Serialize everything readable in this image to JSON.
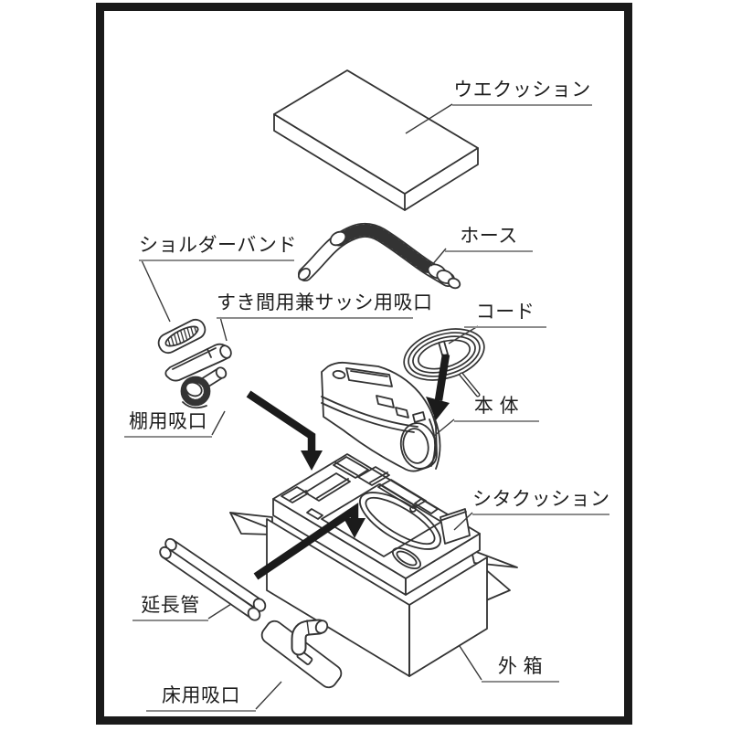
{
  "figure": {
    "title": "packing diagram",
    "colors": {
      "background": "#ffffff",
      "frame": "#1a1a1a",
      "line": "#333333",
      "arrow": "#1b1b1b",
      "underline": "#8c8c8c",
      "text": "#1d1d1d"
    },
    "parts": [
      {
        "id": "top-cushion",
        "label": "ウエクッション"
      },
      {
        "id": "hose",
        "label": "ホース"
      },
      {
        "id": "shoulder-band",
        "label": "ショルダーバンド"
      },
      {
        "id": "crevice-sash-nozzle",
        "label": "すき間用兼サッシ用吸口"
      },
      {
        "id": "cord",
        "label": "コード"
      },
      {
        "id": "main-body",
        "label": "本 体"
      },
      {
        "id": "shelf-nozzle",
        "label": "棚用吸口"
      },
      {
        "id": "bottom-cushion",
        "label": "シタクッション"
      },
      {
        "id": "extension-pipe",
        "label": "延長管"
      },
      {
        "id": "floor-nozzle",
        "label": "床用吸口"
      },
      {
        "id": "outer-box",
        "label": "外 箱"
      }
    ]
  }
}
